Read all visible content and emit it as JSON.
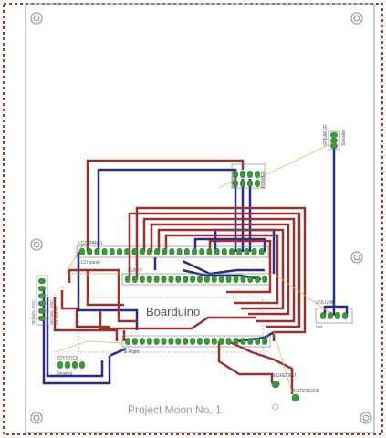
{
  "title": "Project Moon No. 1",
  "board_name": "Boarduino",
  "labels": {
    "lcd_panel": "LCD PANEL",
    "lcd_panel_sub": "LCD panel",
    "buffy": "BUFFY",
    "speaker": "SPEAKER",
    "speaker_sub": "Speaker",
    "volume": "VOLUME",
    "volume_sub": "Vol",
    "joystick": "JOYSTICK",
    "joystick_sub": "Joystick",
    "b_right": "B Right",
    "signal_vcc": "SIGNAL VCC",
    "signal_gnd": "SIGNAL GND",
    "signal_5v": "5V BUFFY",
    "bigredeu": "BIGREDEU",
    "bigredgnd": "BIGREDGND",
    "power": "POWER",
    "power_sub": "POWER"
  },
  "colors": {
    "board_outline": "#999999",
    "dashed_outline": "#b03030",
    "top_trace": "#9a3030",
    "bottom_trace": "#2a2a8a",
    "pad": "#3a9a3a",
    "airwire": "#d4c060",
    "silk": "#666666"
  }
}
